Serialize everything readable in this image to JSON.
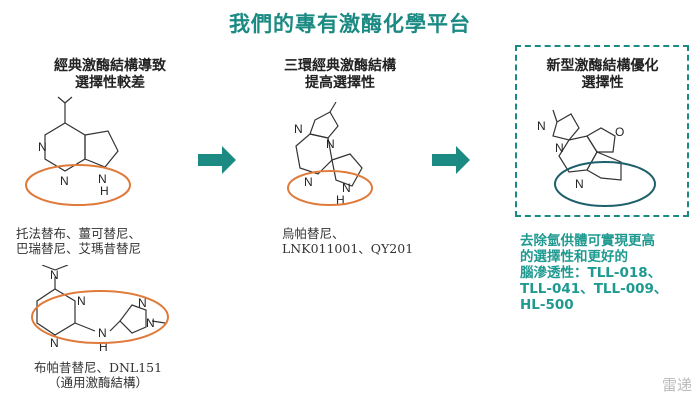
{
  "title": "我們的專有激酶化學平台",
  "columns": [
    {
      "header": [
        "經典激酶結構導致",
        "選擇性較差"
      ],
      "caption": [
        "托法替布、薑可替尼、",
        "巴瑞替尼、艾瑪昔替尼"
      ]
    },
    {
      "header": [
        "三環經典激酶結構",
        "提高選擇性"
      ],
      "caption": [
        "烏帕替尼、",
        "LNK011001、QY201"
      ]
    },
    {
      "header": [
        "新型激酶結構優化",
        "選擇性"
      ],
      "caption": [
        "去除氫供體可實現更高",
        "的選擇性和更好的",
        "腦滲透性：TLL-018、",
        "TLL-041、TLL-009、",
        "HL-500"
      ]
    }
  ],
  "extra": {
    "caption": [
      "布帕昔替尼、DNL151",
      "（通用激酶結構）"
    ]
  },
  "atoms": {
    "N": "N",
    "H": "H",
    "O": "O"
  },
  "watermark": "雷递",
  "colors": {
    "teal": "#1a8a82",
    "orange": "#e07a3a",
    "dark_teal": "#1d5f6a"
  }
}
